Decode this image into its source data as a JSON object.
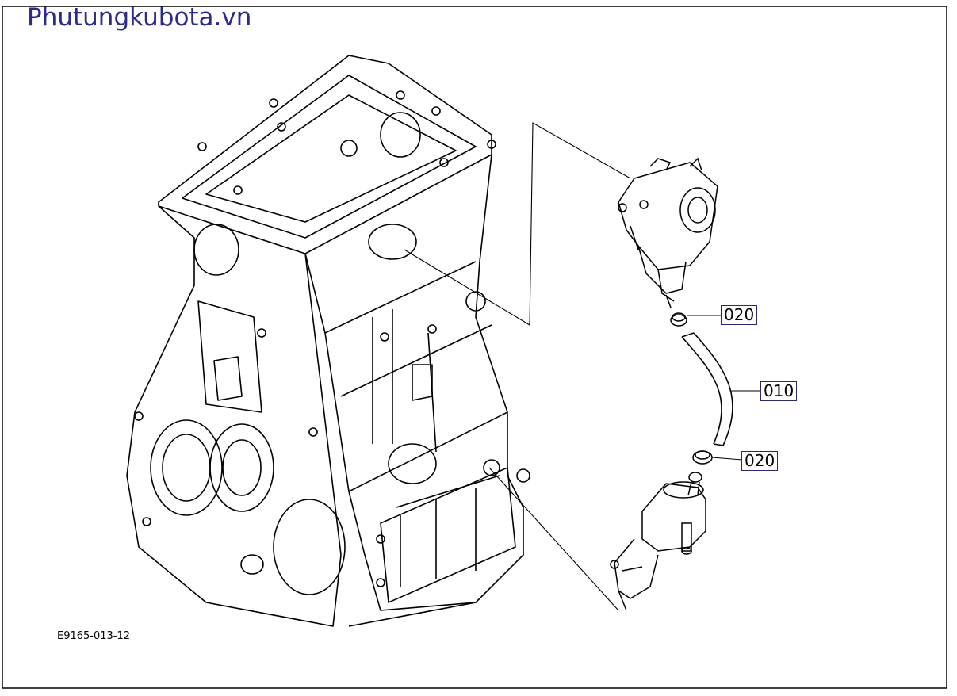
{
  "header": {
    "watermark": "Phutungkubota.vn"
  },
  "diagram": {
    "drawing_code": "E9165-013-12",
    "callouts": [
      {
        "id": "020-upper",
        "label": "020"
      },
      {
        "id": "010",
        "label": "010"
      },
      {
        "id": "020-lower",
        "label": "020"
      }
    ]
  },
  "colors": {
    "line": "#000000",
    "watermark": "#2b2b8c",
    "frame": "#000000"
  }
}
